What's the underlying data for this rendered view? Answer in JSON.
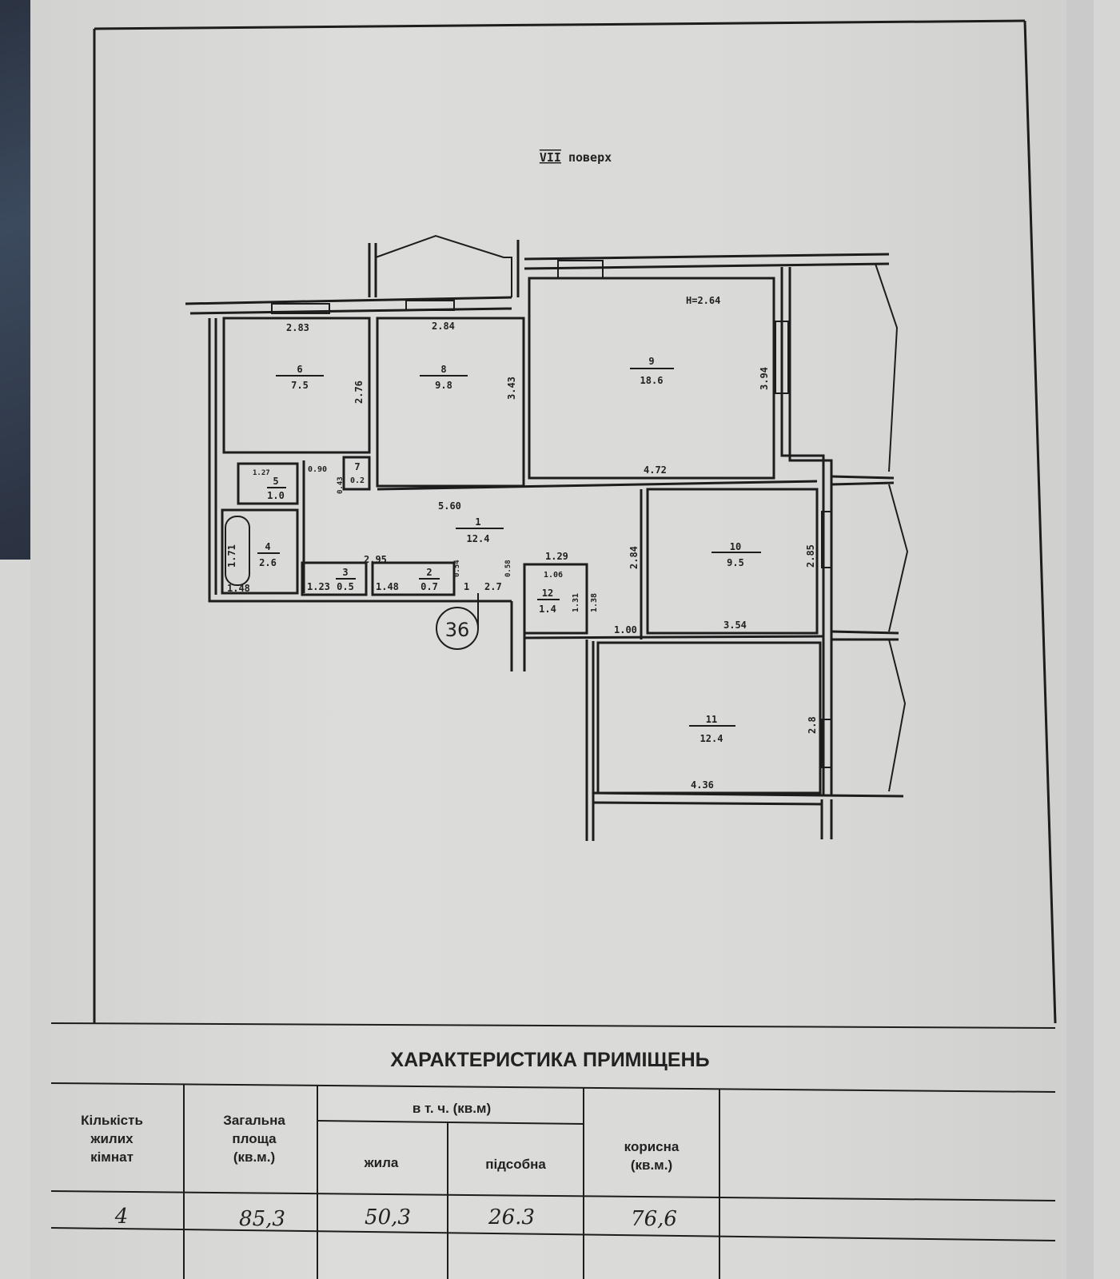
{
  "floor_label": {
    "numeral": "VII",
    "word": "поверх"
  },
  "ceiling_height": "H=2.64",
  "apartment_number": "36",
  "rooms": [
    {
      "number": "1",
      "area": "12.4"
    },
    {
      "number": "2",
      "area": "0.7"
    },
    {
      "number": "3",
      "area": "0.5"
    },
    {
      "number": "4",
      "area": "2.6"
    },
    {
      "number": "5",
      "area": "1.0"
    },
    {
      "number": "6",
      "area": "7.5"
    },
    {
      "number": "7",
      "area": "0.2"
    },
    {
      "number": "8",
      "area": "9.8"
    },
    {
      "number": "9",
      "area": "18.6"
    },
    {
      "number": "10",
      "area": "9.5"
    },
    {
      "number": "11",
      "area": "12.4"
    },
    {
      "number": "12",
      "area": "1.4"
    }
  ],
  "dimensions": {
    "r6_width": "2.83",
    "r6_height": "2.76",
    "r8_width": "2.84",
    "r8_height": "3.43",
    "r9_height": "3.94",
    "r9_width": "4.72",
    "hall_width": "5.60",
    "hall_height": "2.84",
    "hall_bottom": "2.95",
    "r5_width": "1.27",
    "r5_side": "0.90",
    "r7_side": "0.43",
    "bath_len": "1.71",
    "bath_width": "1.48",
    "r3_width": "1.23",
    "r2_width": "1.48",
    "door_a": "0.54",
    "door_b": "0.58",
    "seg_1": "1",
    "seg_2": "2.7",
    "r12_top": "1.29",
    "r12_inner": "1.06",
    "r12_side1": "1.31",
    "r12_side2": "1.38",
    "corridor": "1.00",
    "r10_height": "2.85",
    "r10_width": "3.54",
    "r11_height": "2.8",
    "r11_width": "4.36"
  },
  "table": {
    "title": "ХАРАКТЕРИСТИКА ПРИМІЩЕНЬ",
    "headers": {
      "rooms_count": [
        "Кількість",
        "жилих",
        "кімнат"
      ],
      "total_area": [
        "Загальна",
        "площа",
        "(кв.м.)"
      ],
      "incl": "в т. ч. (кв.м)",
      "living": "жила",
      "auxiliary": "підсобна",
      "useful": [
        "корисна",
        "(кв.м.)"
      ]
    },
    "values": {
      "rooms_count": "4",
      "total_area": "85,3",
      "living": "50,3",
      "auxiliary": "26.3",
      "useful": "76,6"
    }
  }
}
